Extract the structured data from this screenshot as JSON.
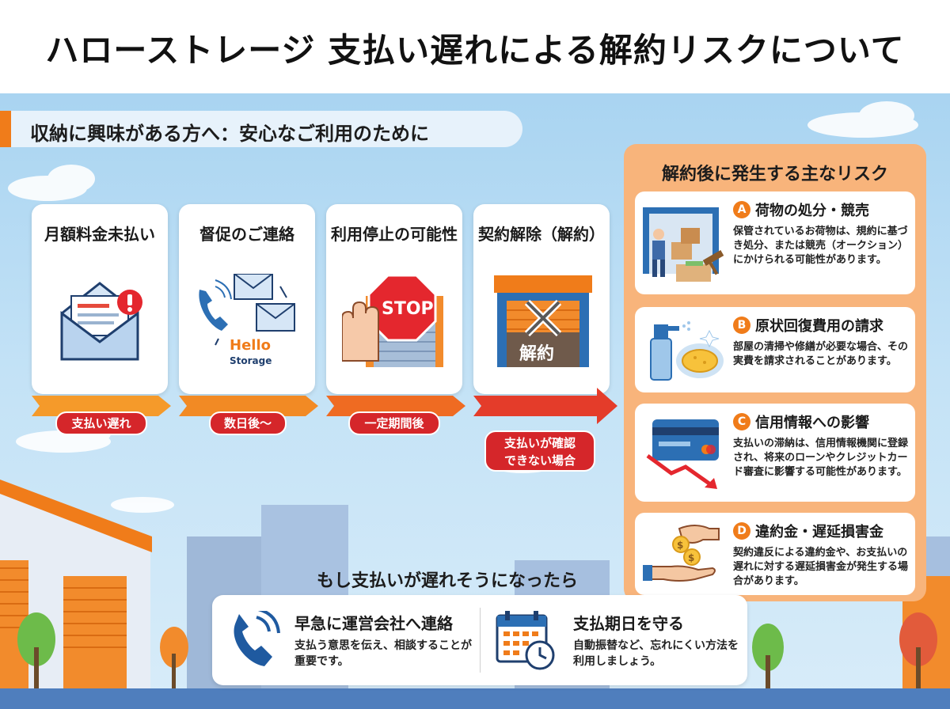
{
  "title": "ハローストレージ 支払い遅れによる解約リスクについて",
  "subheading": "収納に興味がある方へ：安心なご利用のために",
  "steps": [
    {
      "label": "月額料金未払い",
      "tag": "支払い遅れ"
    },
    {
      "label": "督促のご連絡",
      "tag": "数日後〜",
      "illustration_text": "Hello",
      "illustration_sub": "Storage"
    },
    {
      "label": "利用停止の可能性",
      "tag": "一定期間後",
      "illustration_text": "STOP"
    },
    {
      "label": "契約解除（解約）",
      "tag": "支払いが確認できない場合",
      "illustration_text": "解約"
    }
  ],
  "risks": {
    "heading": "解約後に発生する主なリスク",
    "items": [
      {
        "badge": "A",
        "title": "荷物の処分・競売",
        "text": "保管されているお荷物は、規約に基づき処分、または競売（オークション）にかけられる可能性があります。",
        "icon": "warehouse-auction-icon"
      },
      {
        "badge": "B",
        "title": "原状回復費用の請求",
        "text": "部屋の清掃や修繕が必要な場合、その実費を請求されることがあります。",
        "icon": "cleaning-spray-icon"
      },
      {
        "badge": "C",
        "title": "信用情報への影響",
        "text": "支払いの滞納は、信用情報機関に登録され、将来のローンやクレジットカード審査に影響する可能性があります。",
        "icon": "credit-card-down-icon"
      },
      {
        "badge": "D",
        "title": "違約金・遅延損害金",
        "text": "契約違反による違約金や、お支払いの遅れに対する遅延損害金が発生する場合があります。",
        "icon": "coins-hand-icon"
      }
    ]
  },
  "advice": {
    "heading": "もし支払いが遅れそうになったら",
    "tips": [
      {
        "title": "早急に運営会社へ連絡",
        "text": "支払う意思を伝え、相談することが重要です。",
        "icon": "phone-icon"
      },
      {
        "title": "支払期日を守る",
        "text": "自動振替など、忘れにくい方法を利用しましょう。",
        "icon": "calendar-clock-icon"
      }
    ]
  },
  "colors": {
    "accent": "#f07c1a",
    "alert": "#d5262a",
    "risk_panel": "#f8b47b",
    "sky": "#bfe0f5"
  }
}
